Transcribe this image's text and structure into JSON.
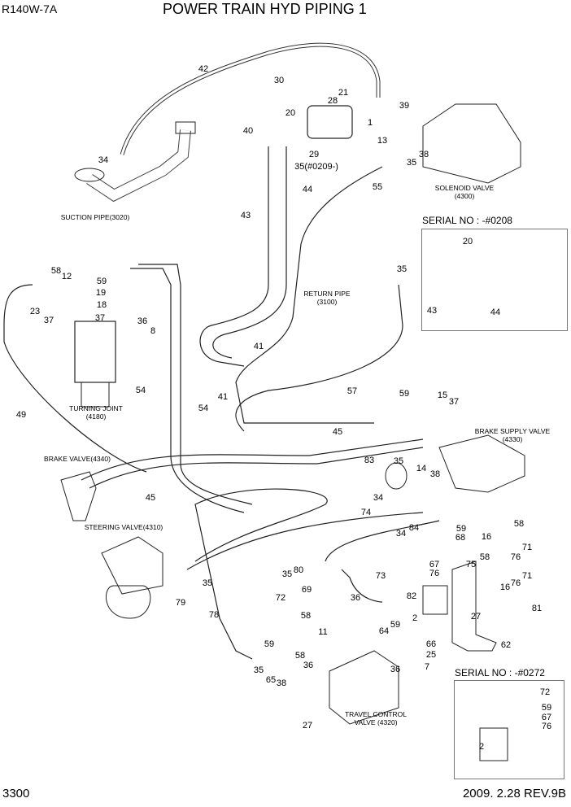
{
  "header": {
    "model": "R140W-7A",
    "title": "POWER TRAIN HYD PIPING 1"
  },
  "footer": {
    "page_number": "3300",
    "date_revision": "2009. 2.28  REV.9B"
  },
  "captions": {
    "suction_pipe": "SUCTION PIPE(3020)",
    "solenoid_valve": [
      "SOLENOID VALVE",
      "(4300)"
    ],
    "return_pipe": [
      "RETURN PIPE",
      "(3100)"
    ],
    "turning_joint": [
      "TURNING JOINT",
      "(4180)"
    ],
    "brake_supply_valve": [
      "BRAKE SUPPLY VALVE",
      "(4330)"
    ],
    "brake_valve": "BRAKE VALVE(4340)",
    "steering_valve": "STEERING VALVE(4310)",
    "travel_control_valve": [
      "TRAVEL CONTROL",
      "VALVE (4320)"
    ]
  },
  "serial_notes": {
    "inset1": {
      "title": "SERIAL NO : -#0208",
      "callouts": [
        "20",
        "43",
        "44"
      ]
    },
    "inset2": {
      "title": "SERIAL NO : -#0272",
      "callouts": [
        "72",
        "59",
        "67",
        "76",
        "2"
      ]
    }
  },
  "callouts": [
    "42",
    "30",
    "21",
    "28",
    "39",
    "20",
    "1",
    "40",
    "29",
    "13",
    "38",
    "35",
    "35(#0209-)",
    "34",
    "44",
    "55",
    "43",
    "58",
    "12",
    "59",
    "19",
    "18",
    "23",
    "37",
    "37",
    "36",
    "8",
    "35",
    "41",
    "54",
    "54",
    "41",
    "57",
    "49",
    "59",
    "15",
    "37",
    "45",
    "35",
    "14",
    "38",
    "83",
    "45",
    "34",
    "74",
    "59",
    "58",
    "84",
    "34",
    "16",
    "68",
    "71",
    "58",
    "67",
    "76",
    "75",
    "76",
    "76",
    "80",
    "35",
    "35",
    "69",
    "73",
    "71",
    "16",
    "79",
    "72",
    "36",
    "82",
    "81",
    "78",
    "58",
    "2",
    "27",
    "59",
    "64",
    "11",
    "66",
    "25",
    "62",
    "59",
    "58",
    "36",
    "35",
    "65",
    "38",
    "36",
    "7",
    "27"
  ]
}
